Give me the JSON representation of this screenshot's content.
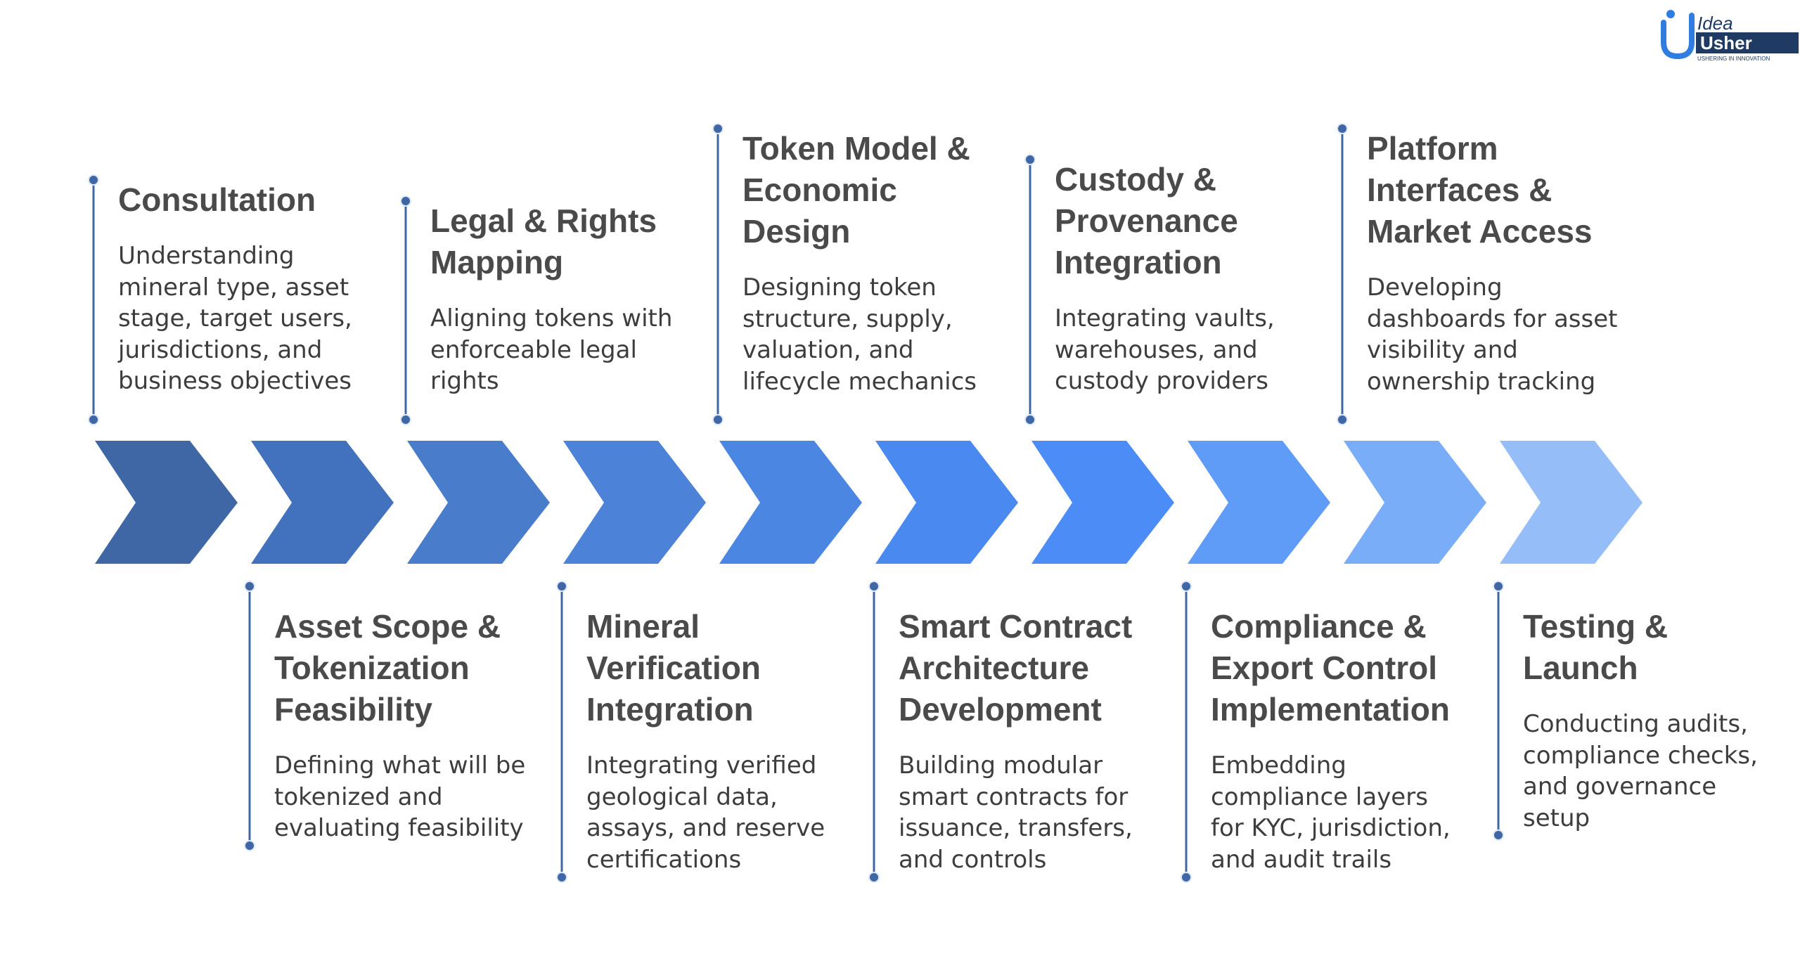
{
  "logo": {
    "text_top": "Idea",
    "text_bottom": "Usher",
    "tagline": "USHERING IN INNOVATION"
  },
  "chevron_colors": [
    "#3f67a5",
    "#4272bd",
    "#4a7ccc",
    "#4d82d9",
    "#4b86e3",
    "#4a89ef",
    "#4b8cf7",
    "#5f9cf8",
    "#79adf8",
    "#95bdf7"
  ],
  "marker_color": "#3f67a5",
  "steps": [
    {
      "title": "Consultation",
      "description": "Understanding mineral type, asset stage, target users, jurisdictions, and business objectives"
    },
    {
      "title": "Asset Scope & Tokenization Feasibility",
      "description": "Defining what will be tokenized and evaluating feasibility"
    },
    {
      "title": "Legal & Rights Mapping",
      "description": "Aligning tokens with enforceable legal rights"
    },
    {
      "title": "Mineral Verification Integration",
      "description": "Integrating verified geological data, assays, and reserve certifications"
    },
    {
      "title": "Token Model & Economic Design",
      "description": "Designing token structure, supply, valuation, and lifecycle mechanics"
    },
    {
      "title": "Smart Contract Architecture Development",
      "description": "Building modular smart contracts for issuance, transfers, and controls"
    },
    {
      "title": "Custody & Provenance Integration",
      "description": "Integrating vaults, warehouses, and custody providers"
    },
    {
      "title": "Compliance & Export Control Implementation",
      "description": "Embedding compliance layers for KYC, jurisdiction, and audit trails"
    },
    {
      "title": "Platform Interfaces & Market Access",
      "description": "Developing dashboards for asset visibility and ownership tracking"
    },
    {
      "title": "Testing & Launch",
      "description": "Conducting audits, compliance checks, and governance setup"
    }
  ]
}
